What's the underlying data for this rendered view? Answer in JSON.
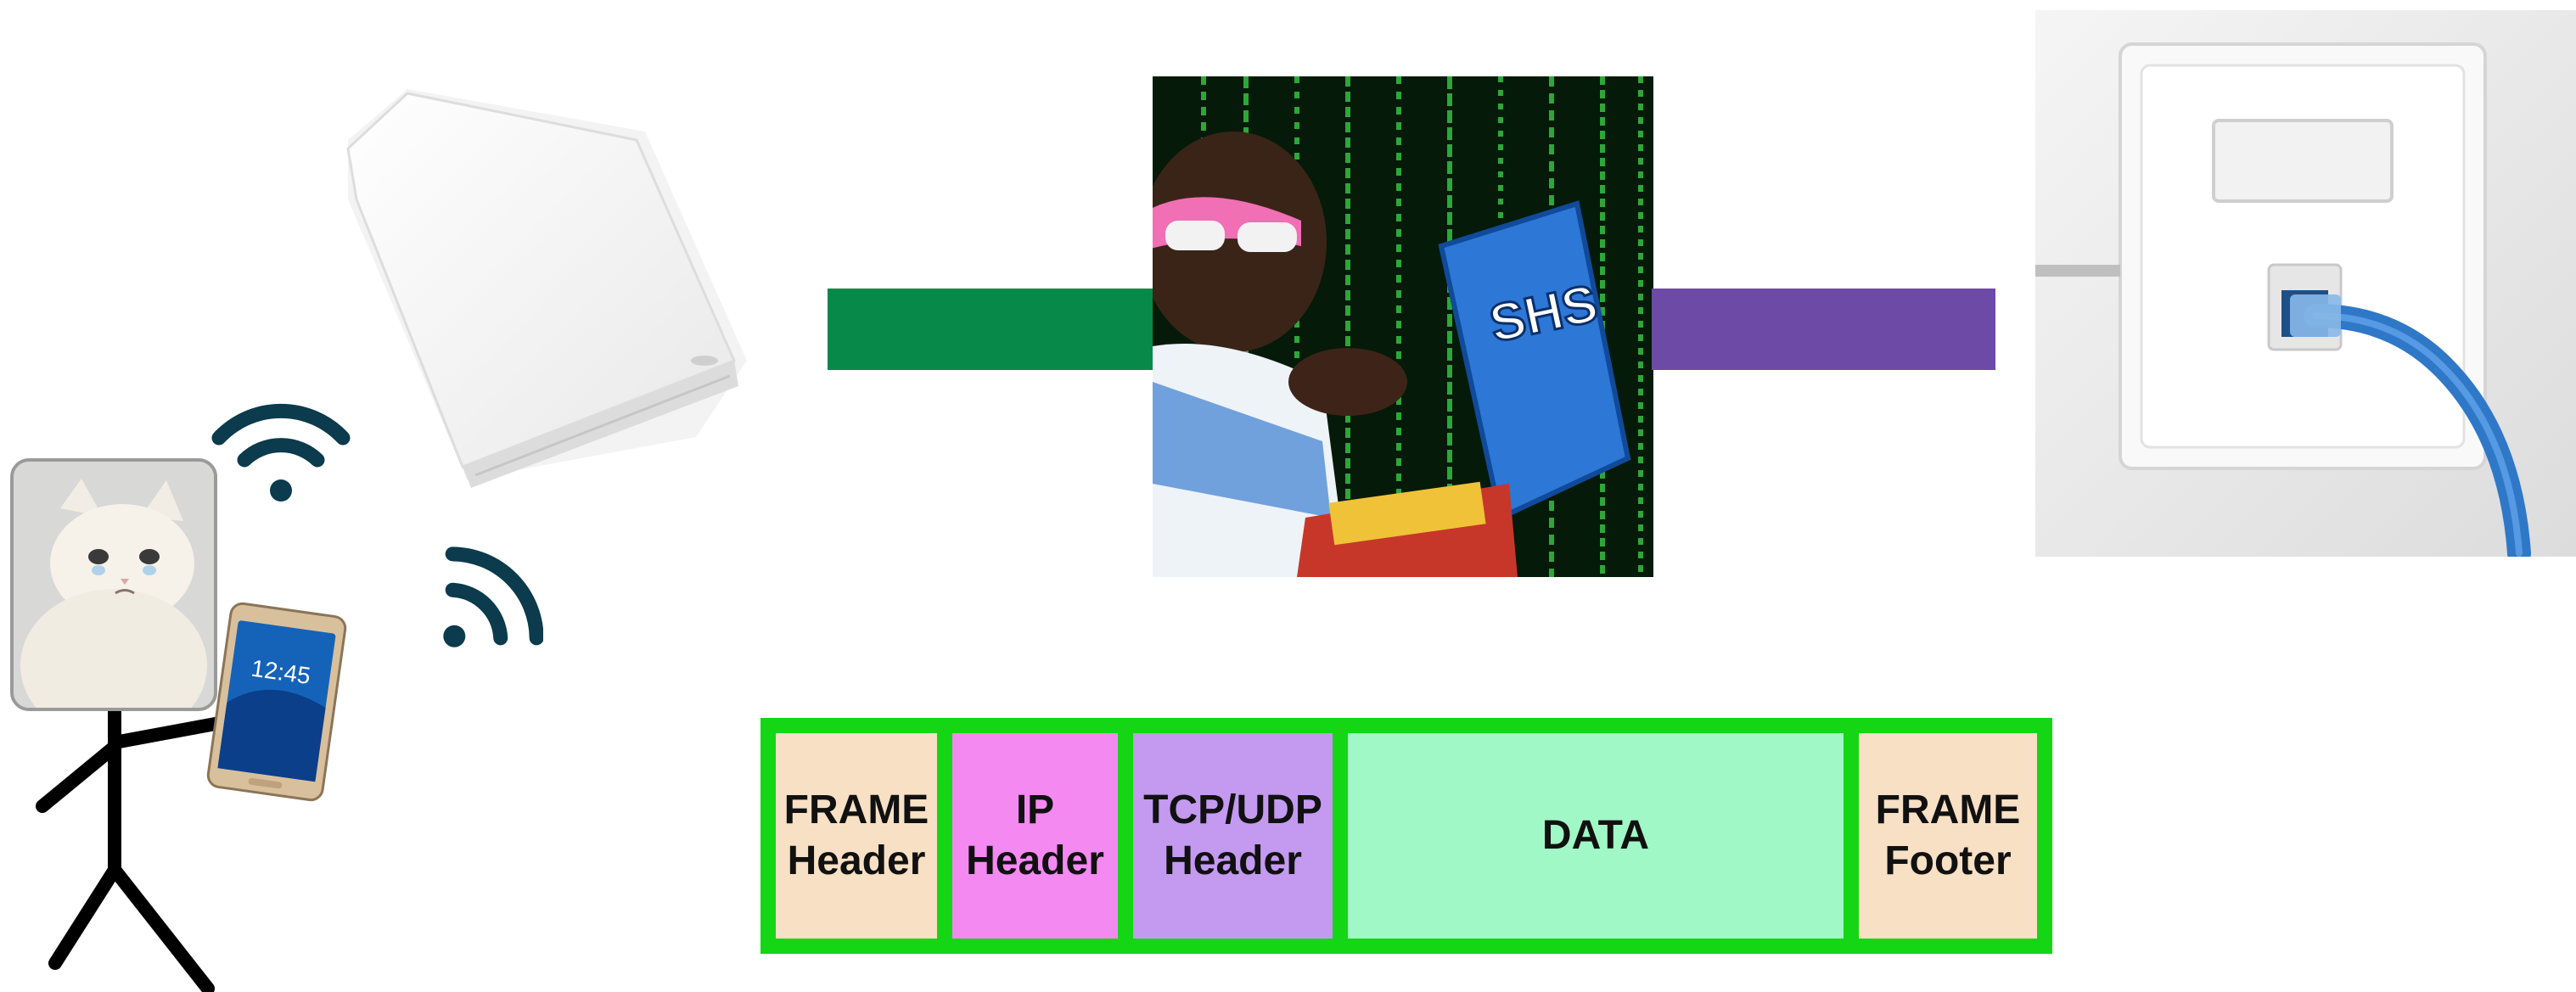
{
  "colors": {
    "wifi": "#0b3b4c",
    "green_link": "#07894a",
    "purple_link": "#6d4aa5",
    "packet_border": "#14d614",
    "frame": "#f8e0c4",
    "ip": "#f589f2",
    "tcp": "#c39af0",
    "data": "#9ff8c6"
  },
  "icons": {
    "person": "stick-figure-person",
    "cat": "crying-cat-face",
    "phone": "smartphone",
    "router": "wifi-router",
    "hacker": "hacker-with-toy-laptop",
    "wall": "ethernet-wall-socket"
  },
  "images": {
    "phone_clock": "12:45",
    "laptop_logo": "SHS"
  },
  "packet": {
    "frame_header": "FRAME\nHeader",
    "ip_header": "IP\nHeader",
    "tcp_udp_header": "TCP/UDP\nHeader",
    "data": "DATA",
    "frame_footer": "FRAME\nFooter"
  }
}
